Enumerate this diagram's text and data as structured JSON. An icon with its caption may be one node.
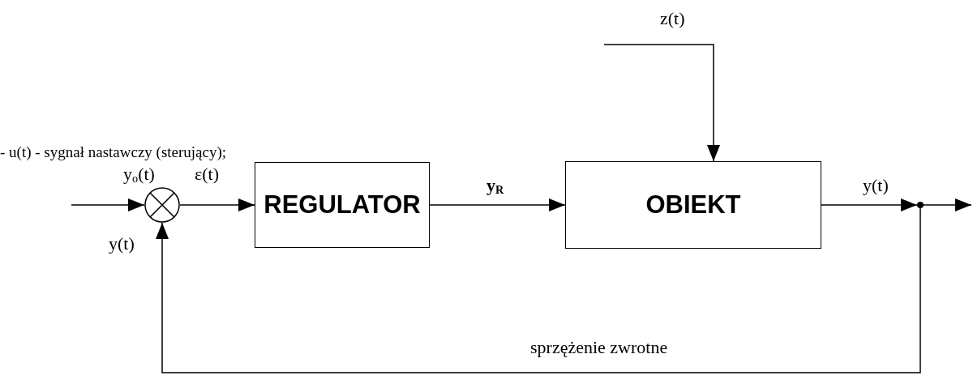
{
  "diagram": {
    "nodes": [
      {
        "text": [],
        "shape": "circle"
      },
      {
        "text": [
          "REGULATOR"
        ]
      },
      {
        "text": [
          "OBIEKT"
        ]
      },
      {
        "text": [],
        "shape": "circle"
      }
    ],
    "edges": [
      {
        "from": null,
        "to": 0,
        "arrow": "to",
        "label": "y$_{o}$(t)"
      },
      {
        "from": 0,
        "to": 1,
        "arrow": "to",
        "label": "ε(t)"
      },
      {
        "from": 1,
        "to": 2,
        "arrow": "to",
        "label": "y$_{R}$"
      },
      {
        "from": null,
        "to": 2,
        "arrow": "to",
        "label": "z(t)"
      },
      {
        "from": 2,
        "to": 3,
        "arrow": "to",
        "label": "y(t)"
      },
      {
        "from": 3,
        "to": null,
        "arrow": "to"
      },
      {
        "from": 3,
        "to": 0,
        "arrow": "to",
        "label": "sprzężenie zwrotne"
      }
    ],
    "labels": [
      "- u(t) - sygnał nastawczy (sterujący);",
      "y(t)"
    ]
  }
}
